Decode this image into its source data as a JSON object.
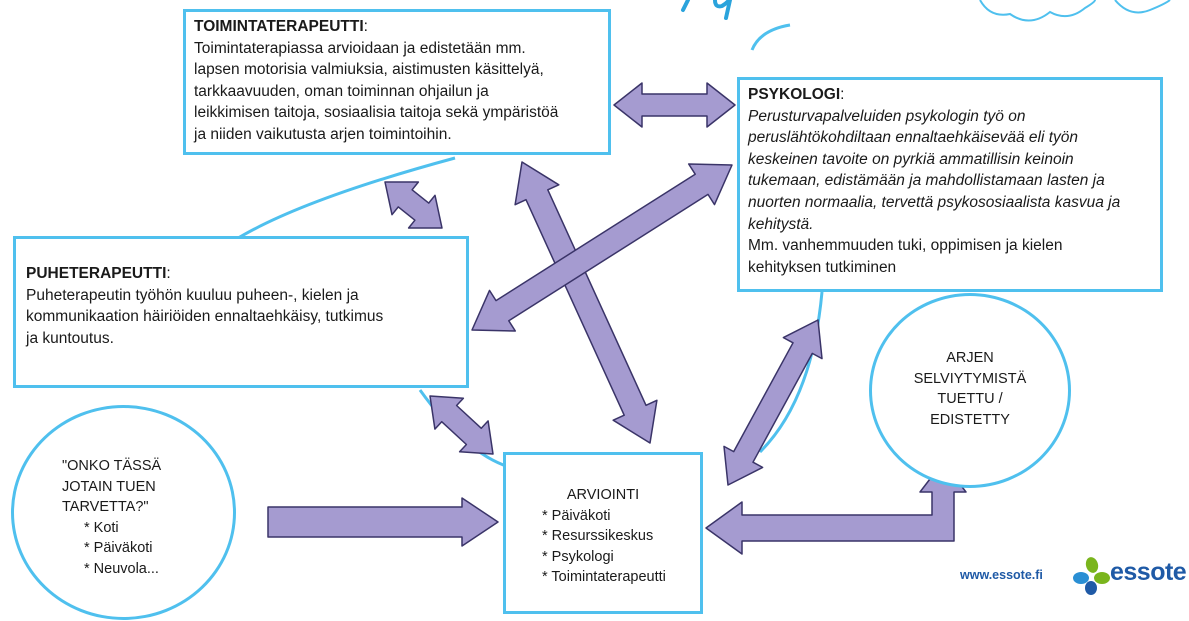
{
  "toimintaterapeutti": {
    "title": "TOIMINTATERAPEUTTI",
    "colon": ":",
    "lines": [
      "Toimintaterapiassa arvioidaan ja edistetään mm.",
      "lapsen motorisia valmiuksia, aistimusten käsittelyä,",
      "tarkkaavuuden, oman toiminnan ohjailun ja",
      "leikkimisen taitoja, sosiaalisia taitoja sekä ympäristöä",
      "ja niiden vaikutusta arjen toimintoihin."
    ]
  },
  "psykologi": {
    "title": "PSYKOLOGI",
    "colon": ":",
    "italic_lines": [
      "Perusturvapalveluiden psykologin työ on",
      "peruslähtökohdiltaan ennaltaehkäisevää eli työn",
      "keskeinen tavoite on pyrkiä ammatillisin keinoin",
      "tukemaan, edistämään ja mahdollistamaan lasten ja",
      "nuorten normaalia, tervettä psykososiaalista kasvua ja",
      "kehitystä."
    ],
    "lines": [
      "Mm. vanhemmuuden tuki, oppimisen ja kielen",
      "kehityksen tutkiminen"
    ]
  },
  "puheterapeutti": {
    "title": "PUHETERAPEUTTI",
    "colon": ":",
    "lines": [
      "Puheterapeutin työhön kuuluu puheen-, kielen ja",
      "kommunikaation häiriöiden ennaltaehkäisy, tutkimus",
      "ja kuntoutus."
    ]
  },
  "arviointi": {
    "title": "ARVIOINTI",
    "items": [
      "* Päiväkoti",
      "* Resurssikeskus",
      "* Psykologi",
      "* Toimintaterapeutti"
    ]
  },
  "tuen_tarve": {
    "lines": [
      "\"ONKO TÄSSÄ",
      "JOTAIN TUEN",
      "TARVETTA?\""
    ],
    "items": [
      "* Koti",
      "* Päiväkoti",
      "* Neuvola..."
    ]
  },
  "arki": {
    "lines": [
      "ARJEN",
      "SELVIYTYMISTÄ",
      "TUETTU /",
      "EDISTETTY"
    ]
  },
  "brand": {
    "url": "www.essote.fi",
    "name": "essote"
  },
  "colors": {
    "box_border": "#4fc0ee",
    "arrow_fill": "#a59bd0",
    "arrow_stroke": "#3a3468",
    "brand_green": "#7ab51d",
    "brand_blue": "#1f5aa6"
  }
}
